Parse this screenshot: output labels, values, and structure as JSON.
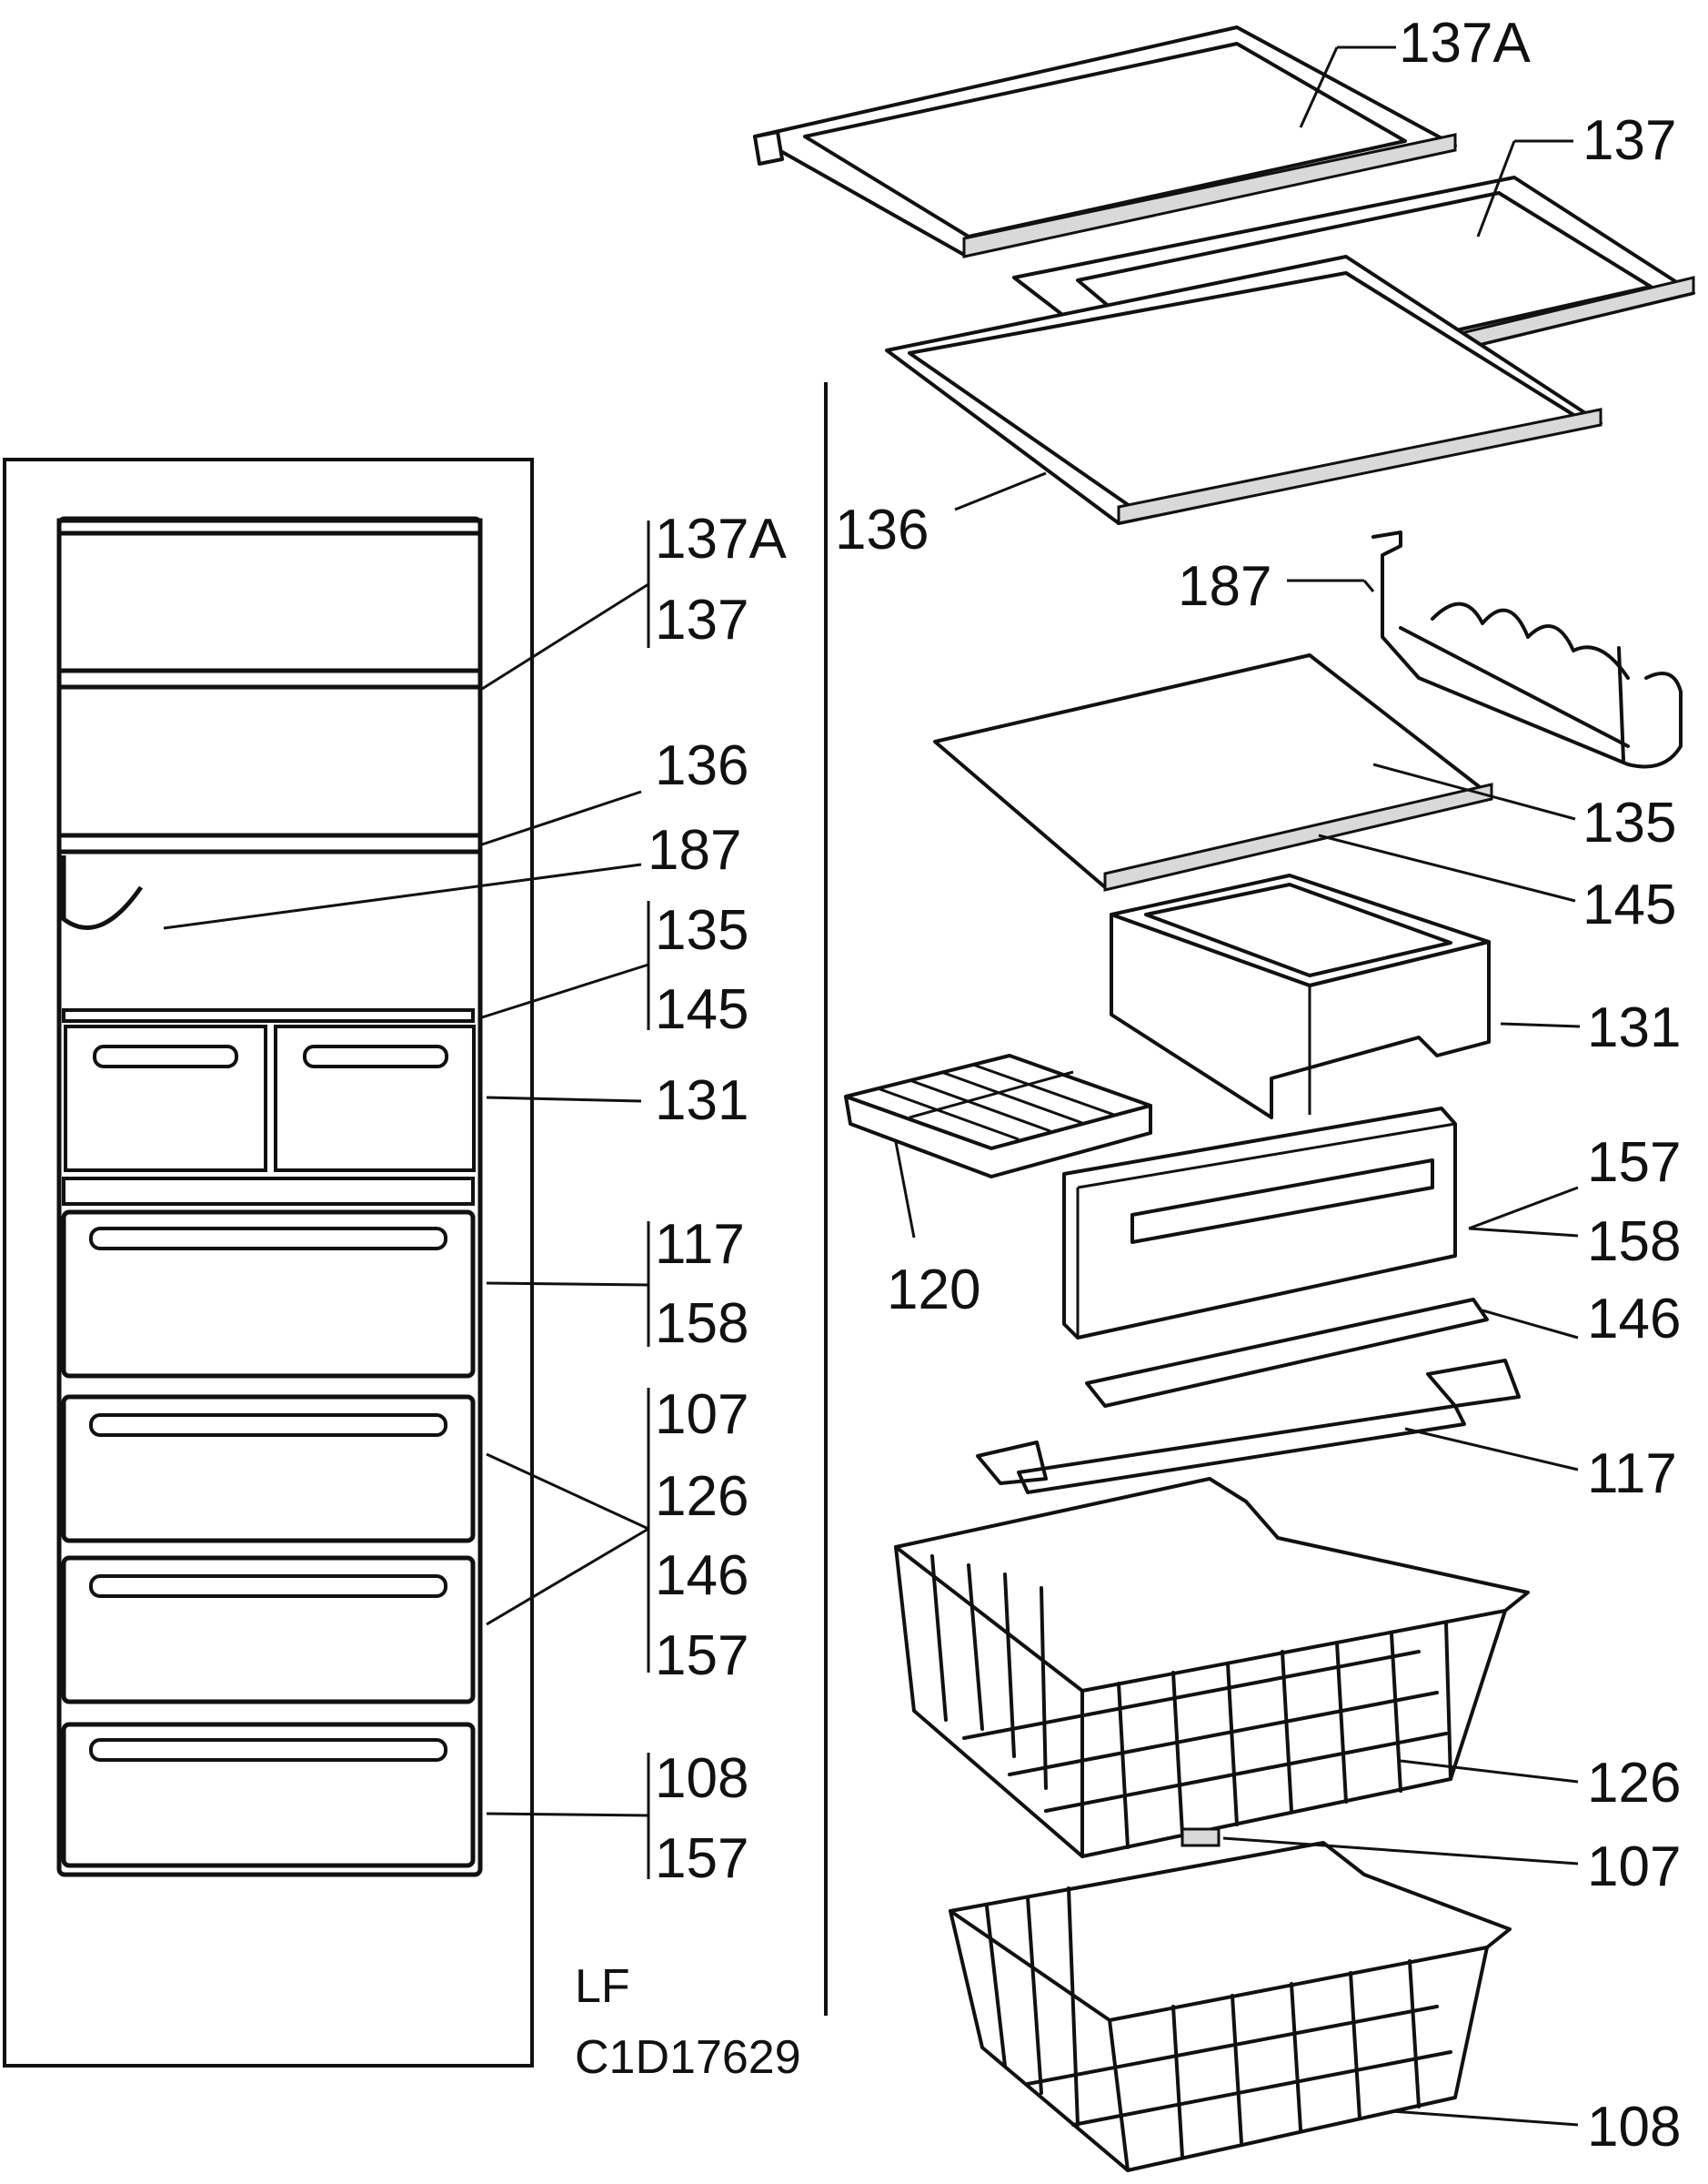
{
  "callouts": {
    "c137a_left": "137A",
    "c137_left": "137",
    "c136_left": "136",
    "c187_left": "187",
    "c135_left": "135",
    "c145_left": "145",
    "c131_left": "131",
    "c117_left": "117",
    "c158_left": "158",
    "c107_left": "107",
    "c126_left": "126",
    "c146_left": "146",
    "c157a_left": "157",
    "c108_left": "108",
    "c157b_left": "157",
    "c137a_right": "137A",
    "c137_right": "137",
    "c136_right": "136",
    "c187_right": "187",
    "c135_right": "135",
    "c145_right": "145",
    "c131_right": "131",
    "c120_right": "120",
    "c157_right": "157",
    "c158_right": "158",
    "c146_right": "146",
    "c117_right": "117",
    "c126_right": "126",
    "c107_right": "107",
    "c108_right": "108"
  },
  "footer": {
    "view_code": "LF",
    "drawing_number": "C1D17629"
  }
}
